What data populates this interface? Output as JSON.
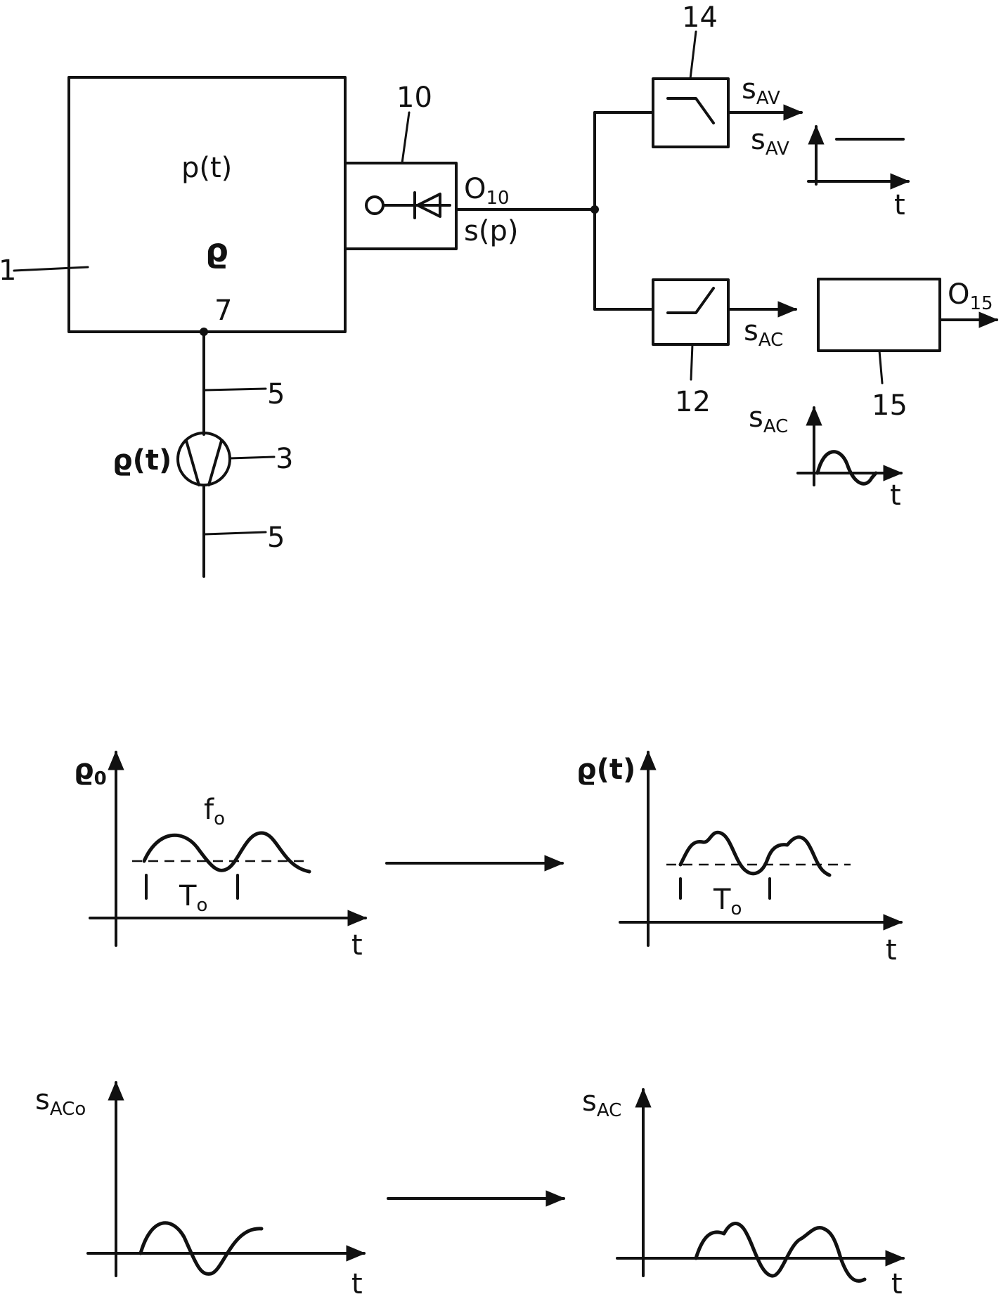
{
  "top": {
    "ref_chamber": "1",
    "chamber_p": "p(t)",
    "chamber_rho": "ϱ",
    "ref_junction": "7",
    "ref_conduit_upper": "5",
    "ref_conduit_lower": "5",
    "pump_label": "ϱ(t)",
    "ref_pump": "3",
    "ref_sensor": "10",
    "sensor_output_O": "O",
    "sensor_output_O_sub": "10",
    "sensor_signal": "s(p)",
    "ref_lowpass": "14",
    "lowpass_out_s": "s",
    "lowpass_out_sub": "AV",
    "ref_highpass": "12",
    "highpass_out_s": "s",
    "highpass_out_sub": "AC",
    "ref_evaluator": "15",
    "evaluator_out_O": "O",
    "evaluator_out_O_sub": "15",
    "inset_av_y_s": "s",
    "inset_av_y_sub": "AV",
    "inset_av_x": "t",
    "inset_ac_y_s": "s",
    "inset_ac_y_sub": "AC",
    "inset_ac_x": "t"
  },
  "plots": {
    "rho0": {
      "y_main": "ϱ",
      "y_sub": "0",
      "freq_main": "f",
      "freq_sub": "o",
      "period_main": "T",
      "period_sub": "o",
      "x": "t"
    },
    "rhot": {
      "y": "ϱ(t)",
      "period_main": "T",
      "period_sub": "o",
      "x": "t"
    },
    "sac0": {
      "y_s": "s",
      "y_sub": "ACo",
      "x": "t"
    },
    "sac": {
      "y_s": "s",
      "y_sub": "AC",
      "x": "t"
    }
  }
}
